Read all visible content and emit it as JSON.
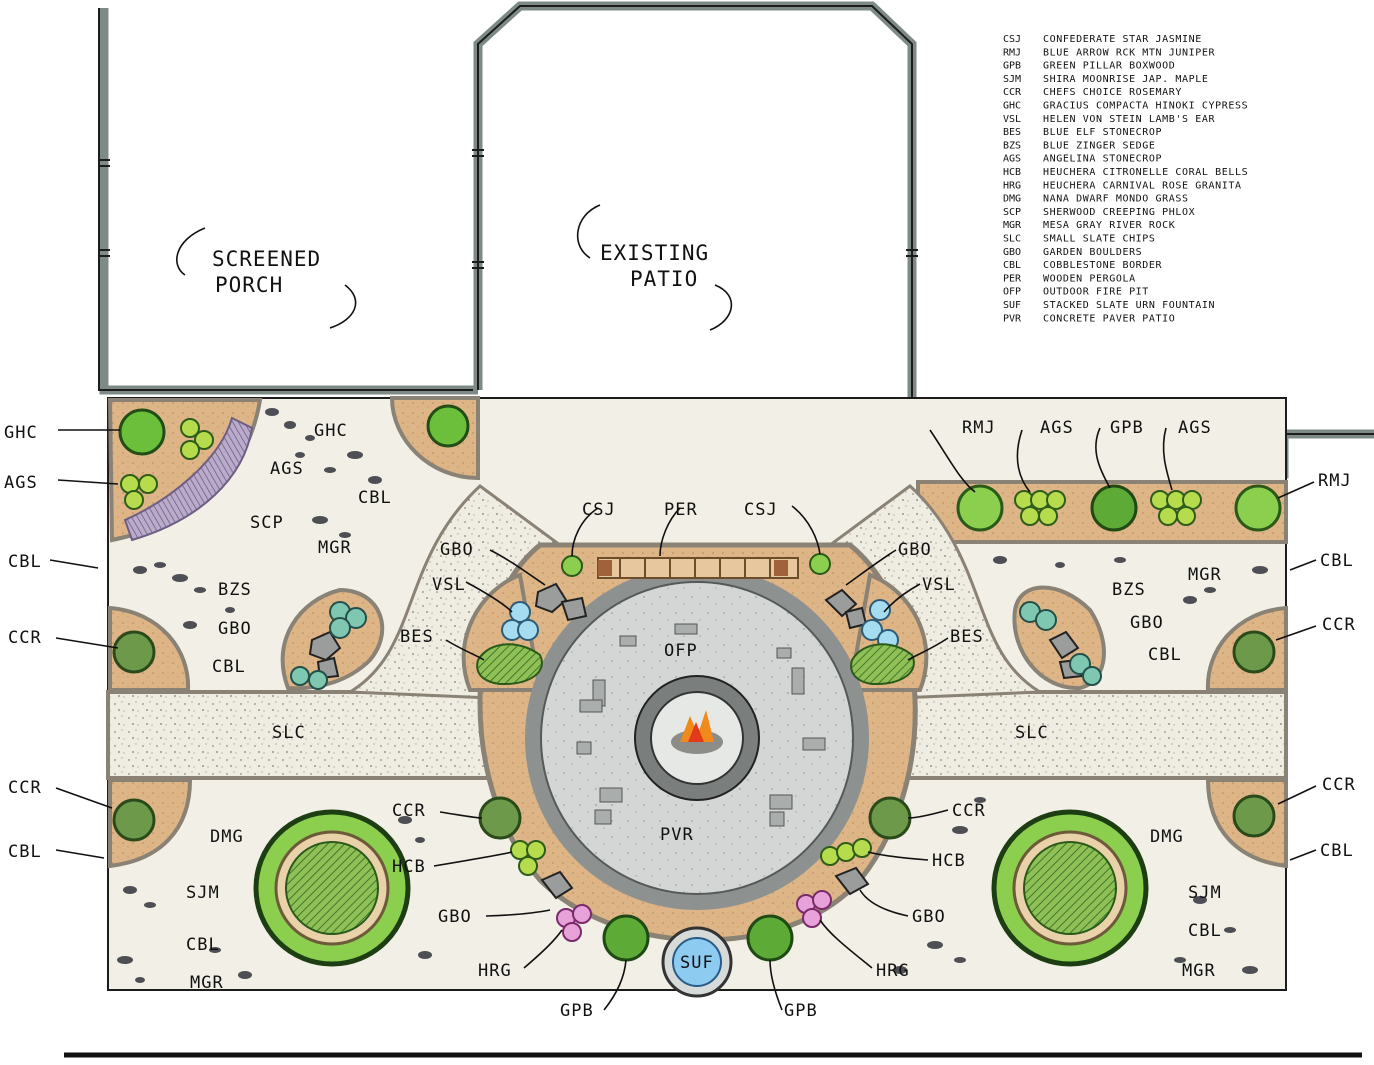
{
  "areas": {
    "screened_porch": [
      "SCREENED",
      "PORCH"
    ],
    "existing_patio": [
      "EXISTING",
      "PATIO"
    ]
  },
  "legend": [
    {
      "code": "CSJ",
      "name": "CONFEDERATE STAR JASMINE"
    },
    {
      "code": "RMJ",
      "name": "BLUE ARROW RCK MTN JUNIPER"
    },
    {
      "code": "GPB",
      "name": "GREEN PILLAR BOXWOOD"
    },
    {
      "code": "SJM",
      "name": "SHIRA MOONRISE JAP. MAPLE"
    },
    {
      "code": "CCR",
      "name": "CHEFS CHOICE ROSEMARY"
    },
    {
      "code": "GHC",
      "name": "GRACIUS COMPACTA HINOKI CYPRESS"
    },
    {
      "code": "VSL",
      "name": "HELEN VON STEIN LAMB'S EAR"
    },
    {
      "code": "BES",
      "name": "BLUE ELF STONECROP"
    },
    {
      "code": "BZS",
      "name": "BLUE ZINGER SEDGE"
    },
    {
      "code": "AGS",
      "name": "ANGELINA STONECROP"
    },
    {
      "code": "HCB",
      "name": "HEUCHERA CITRONELLE CORAL BELLS"
    },
    {
      "code": "HRG",
      "name": "HEUCHERA CARNIVAL ROSE GRANITA"
    },
    {
      "code": "DMG",
      "name": "NANA DWARF MONDO GRASS"
    },
    {
      "code": "SCP",
      "name": "SHERWOOD CREEPING PHLOX"
    },
    {
      "code": "MGR",
      "name": "MESA GRAY RIVER ROCK"
    },
    {
      "code": "SLC",
      "name": "SMALL SLATE CHIPS"
    },
    {
      "code": "GBO",
      "name": "GARDEN BOULDERS"
    },
    {
      "code": "CBL",
      "name": "COBBLESTONE BORDER"
    },
    {
      "code": "PER",
      "name": "WOODEN PERGOLA"
    },
    {
      "code": "OFP",
      "name": "OUTDOOR FIRE PIT"
    },
    {
      "code": "SUF",
      "name": "STACKED SLATE URN FOUNTAIN"
    },
    {
      "code": "PVR",
      "name": "CONCRETE PAVER PATIO"
    }
  ],
  "callouts": {
    "ghc_l": "GHC",
    "ags_l": "AGS",
    "cbl_l1": "CBL",
    "ccr_l1": "CCR",
    "ccr_l2": "CCR",
    "cbl_l2": "CBL",
    "ghc_in": "GHC",
    "ags_in": "AGS",
    "scp": "SCP",
    "mgr_l": "MGR",
    "cbl_in1": "CBL",
    "bzs_l": "BZS",
    "gbo_l1": "GBO",
    "cbl_in2": "CBL",
    "slc_l": "SLC",
    "slc_r": "SLC",
    "csj_l": "CSJ",
    "per": "PER",
    "csj_r": "CSJ",
    "gbo_c1": "GBO",
    "vsl_l": "VSL",
    "bes_l": "BES",
    "gbo_c2": "GBO",
    "vsl_r": "VSL",
    "bes_r": "BES",
    "ofp": "OFP",
    "pvr": "PVR",
    "rmj_1": "RMJ",
    "ags_r1": "AGS",
    "gpb_top": "GPB",
    "ags_r2": "AGS",
    "rmj_2": "RMJ",
    "cbl_r1": "CBL",
    "mgr_r1": "MGR",
    "bzs_r": "BZS",
    "gbo_r1": "GBO",
    "cbl_r_in": "CBL",
    "ccr_r1": "CCR",
    "ccr_r2": "CCR",
    "cbl_r2": "CBL",
    "ccr_c1": "CCR",
    "ccr_c2": "CCR",
    "dmg_l": "DMG",
    "dmg_r": "DMG",
    "sjm_l": "SJM",
    "sjm_r": "SJM",
    "cbl_b1": "CBL",
    "cbl_b2": "CBL",
    "mgr_b1": "MGR",
    "mgr_b2": "MGR",
    "hcb_l": "HCB",
    "hcb_r": "HCB",
    "gbo_b1": "GBO",
    "gbo_b2": "GBO",
    "hrg_l": "HRG",
    "hrg_r": "HRG",
    "gpb_b1": "GPB",
    "gpb_b2": "GPB",
    "suf": "SUF"
  },
  "colors": {
    "wall": "#7d8a86",
    "mulch": "#dcb283",
    "gravel": "#ece8dc",
    "pavers": "#c8cccb",
    "border": "#9b9484",
    "plant_dark": "#4e8a35",
    "plant_light": "#a6d86a",
    "fire": "#f08a1c"
  }
}
